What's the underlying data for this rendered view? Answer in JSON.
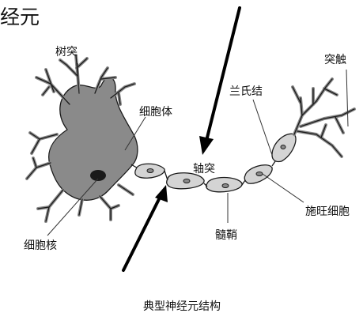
{
  "diagram": {
    "title_fragment": "经元",
    "caption": "典型神经元结构",
    "labels": {
      "dendrite": "树突",
      "soma": "细胞体",
      "nucleus": "细胞核",
      "axon": "轴突",
      "node": "兰氏结",
      "myelin": "髓鞘",
      "schwann": "施旺细胞",
      "terminal": "突触"
    }
  }
}
